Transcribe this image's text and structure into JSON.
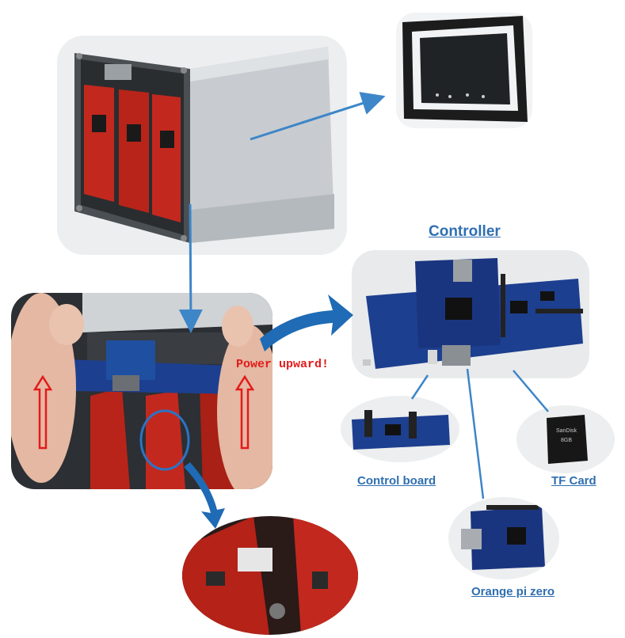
{
  "labels": {
    "controller": "Controller",
    "control_board": "Control board",
    "tf_card": "TF Card",
    "orange_pi_zero": "Orange pi zero",
    "power_upward": "Power upward!"
  },
  "tf_card_print": {
    "brand": "SanDisk",
    "capacity": "8GB"
  },
  "colors": {
    "label_blue": "#2f6fb0",
    "arrow_blue": "#3d86c8",
    "big_arrow_blue": "#1f6bb5",
    "warning_red": "#e21b1b",
    "board_blue": "#1d3f8f",
    "board_red": "#c3281e",
    "aluminum": "#cfd3d6"
  },
  "icons": [
    "connector-arrow",
    "upward-arrow",
    "highlight-circle"
  ]
}
